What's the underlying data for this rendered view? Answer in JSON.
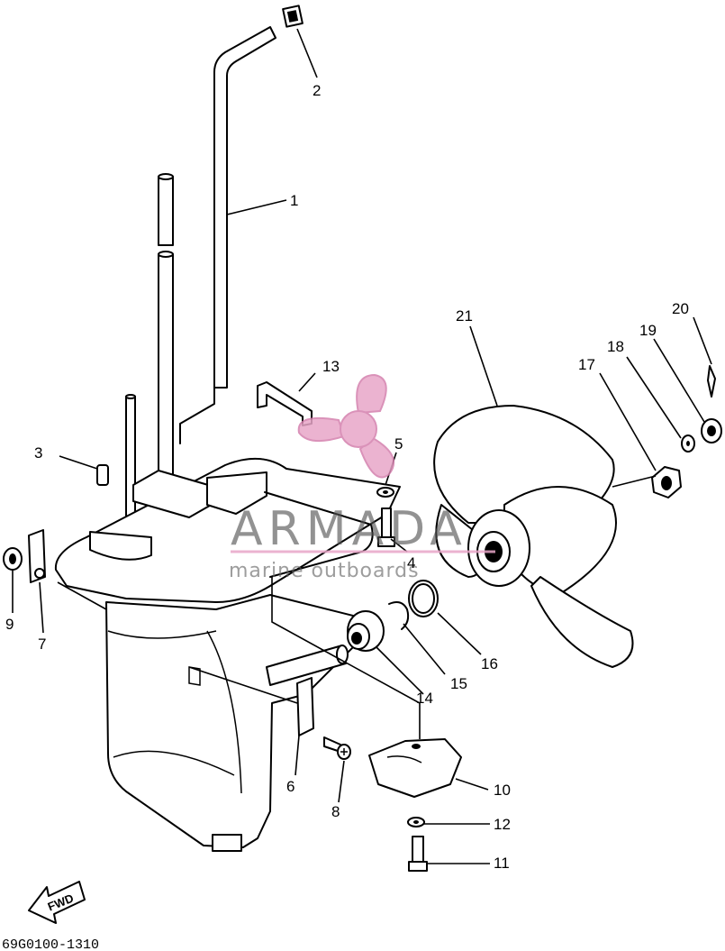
{
  "diagram": {
    "code": "69G0100-1310",
    "fwd_label": "FWD"
  },
  "watermark": {
    "brand": "ARMADA",
    "tagline": "marine outboards",
    "colors": {
      "pink": "#e8a6c8",
      "gray": "#555555"
    }
  },
  "callouts": [
    {
      "id": "c1",
      "label": "1"
    },
    {
      "id": "c2",
      "label": "2"
    },
    {
      "id": "c3",
      "label": "3"
    },
    {
      "id": "c4",
      "label": "4"
    },
    {
      "id": "c5",
      "label": "5"
    },
    {
      "id": "c6",
      "label": "6"
    },
    {
      "id": "c7",
      "label": "7"
    },
    {
      "id": "c8",
      "label": "8"
    },
    {
      "id": "c9",
      "label": "9"
    },
    {
      "id": "c10",
      "label": "10"
    },
    {
      "id": "c11",
      "label": "11"
    },
    {
      "id": "c12",
      "label": "12"
    },
    {
      "id": "c13",
      "label": "13"
    },
    {
      "id": "c14",
      "label": "14"
    },
    {
      "id": "c15",
      "label": "15"
    },
    {
      "id": "c16",
      "label": "16"
    },
    {
      "id": "c17",
      "label": "17"
    },
    {
      "id": "c18",
      "label": "18"
    },
    {
      "id": "c19",
      "label": "19"
    },
    {
      "id": "c20",
      "label": "20"
    },
    {
      "id": "c21",
      "label": "21"
    }
  ]
}
